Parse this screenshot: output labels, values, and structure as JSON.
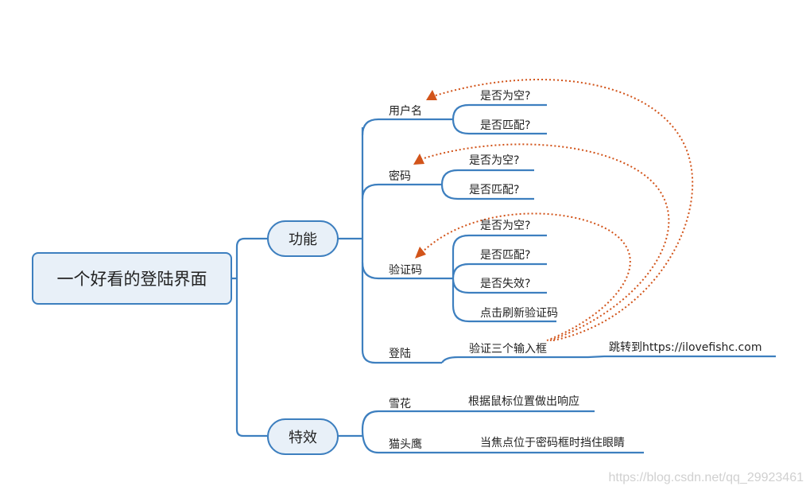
{
  "root": {
    "label": "一个好看的登陆界面"
  },
  "branches": [
    {
      "label": "功能",
      "children": [
        {
          "label": "用户名",
          "children": [
            "是否为空?",
            "是否匹配?"
          ]
        },
        {
          "label": "密码",
          "children": [
            "是否为空?",
            "是否匹配?"
          ]
        },
        {
          "label": "验证码",
          "children": [
            "是否为空?",
            "是否匹配?",
            "是否失效?",
            "点击刷新验证码"
          ]
        },
        {
          "label": "登陆",
          "children": [
            "验证三个输入框"
          ],
          "next": "跳转到https://ilovefishc.com"
        }
      ]
    },
    {
      "label": "特效",
      "children": [
        {
          "label": "雪花",
          "children": [
            "根据鼠标位置做出响应"
          ]
        },
        {
          "label": "猫头鹰",
          "children": [
            "当焦点位于密码框时挡住眼睛"
          ]
        }
      ]
    }
  ],
  "watermark": "https://blog.csdn.net/qq_29923461",
  "colors": {
    "line": "#3d7fbf",
    "node_fill": "#e8f0f8",
    "arrow": "#d2541a"
  }
}
